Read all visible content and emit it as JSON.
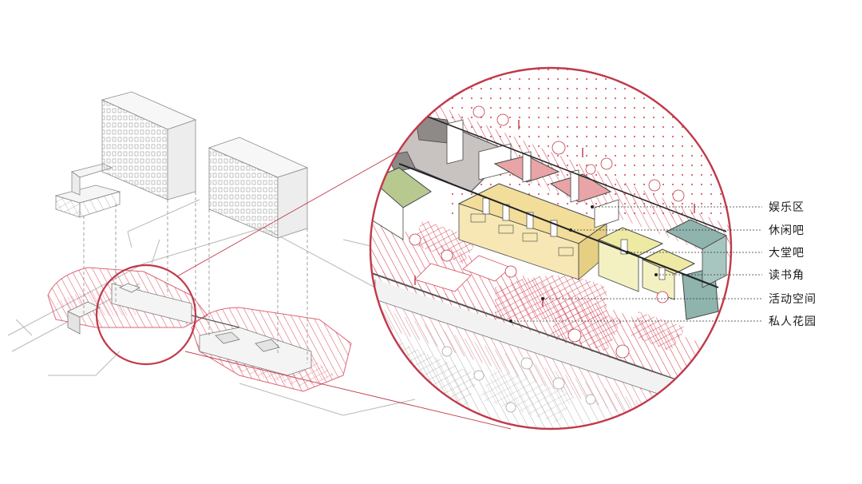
{
  "colors": {
    "accent_red": "#c0394a",
    "light_red": "#e7a3ab",
    "line_gray": "#9a9a9a",
    "leader": "#333333",
    "yellow": "#f2de9a",
    "light_yellow": "#eeeaa3",
    "pink": "#e8a4a6",
    "green": "#b7c98e",
    "teal": "#8eb4ad",
    "gray_room": "#c8c2c0",
    "dark_gray": "#8e8a88"
  },
  "legend": [
    {
      "key": "entertainment",
      "label": "娱乐区"
    },
    {
      "key": "lounge",
      "label": "休闲吧"
    },
    {
      "key": "lobby",
      "label": "大堂吧"
    },
    {
      "key": "reading",
      "label": "读书角"
    },
    {
      "key": "activity",
      "label": "活动空间"
    },
    {
      "key": "private_garden",
      "label": "私人花园"
    }
  ]
}
